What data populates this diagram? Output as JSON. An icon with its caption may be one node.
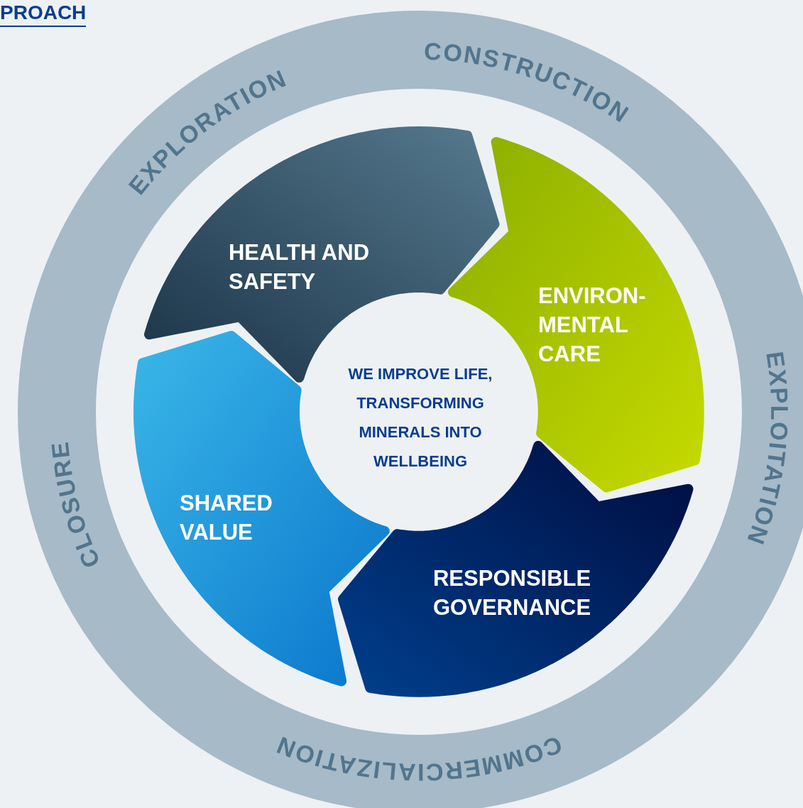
{
  "diagram": {
    "title": "PROACH",
    "nodes": [
      {
        "text": [
          "EXPLORATION",
          "CONSTRUCTION",
          "EXPLOITATION",
          "COMMERCIALIZATION",
          "CLOSURE"
        ]
      },
      {
        "text": [
          "WE IMPROVE LIFE, TRANSFORMING MINERALS INTO WELLBEING"
        ],
        "in": 0
      },
      {
        "text": [
          "HEALTH AND SAFETY"
        ],
        "in": 0
      },
      {
        "text": [
          "ENVIRON- MENTAL CARE"
        ],
        "in": 0
      },
      {
        "text": [
          "RESPONSIBLE GOVERNANCE"
        ],
        "in": 0
      },
      {
        "text": [
          "SHARED VALUE"
        ],
        "in": 0
      }
    ],
    "edges": []
  }
}
